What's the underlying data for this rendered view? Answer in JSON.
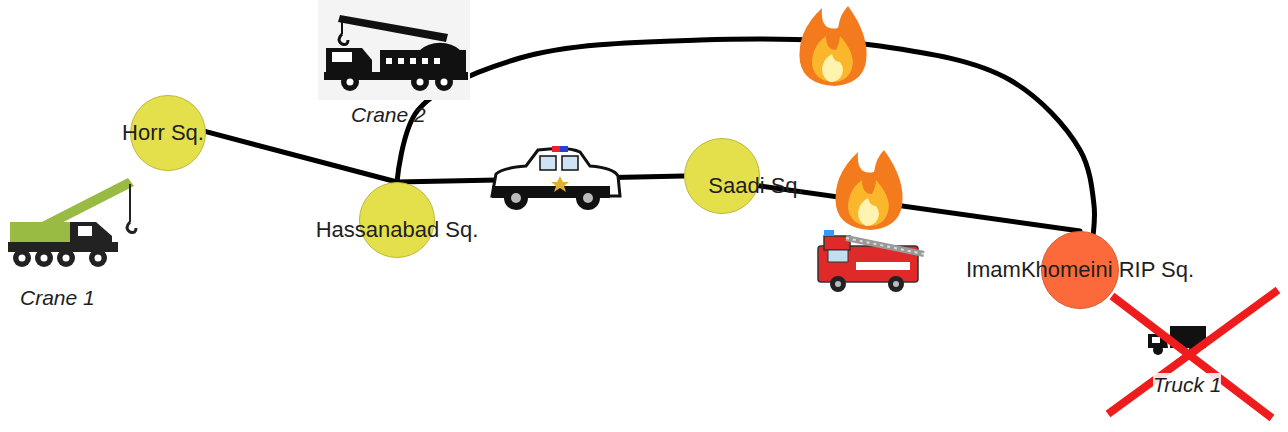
{
  "diagram": {
    "nodes": [
      {
        "text": [
          "Horr Sq."
        ]
      },
      {
        "text": [
          "Hassanabad Sq."
        ]
      },
      {
        "text": [
          "Saadi Sq."
        ]
      },
      {
        "text": [
          "ImamKhomeini RIP Sq."
        ]
      }
    ],
    "edges": [
      {
        "from": 0,
        "to": 1,
        "arrow": "none"
      },
      {
        "from": 1,
        "to": 2,
        "arrow": "none"
      },
      {
        "from": 2,
        "to": 3,
        "arrow": "none"
      },
      {
        "from": 1,
        "to": 3,
        "arrow": "none"
      }
    ],
    "labels": [
      "Crane 1",
      "Crane 2",
      "Truck 1"
    ]
  }
}
